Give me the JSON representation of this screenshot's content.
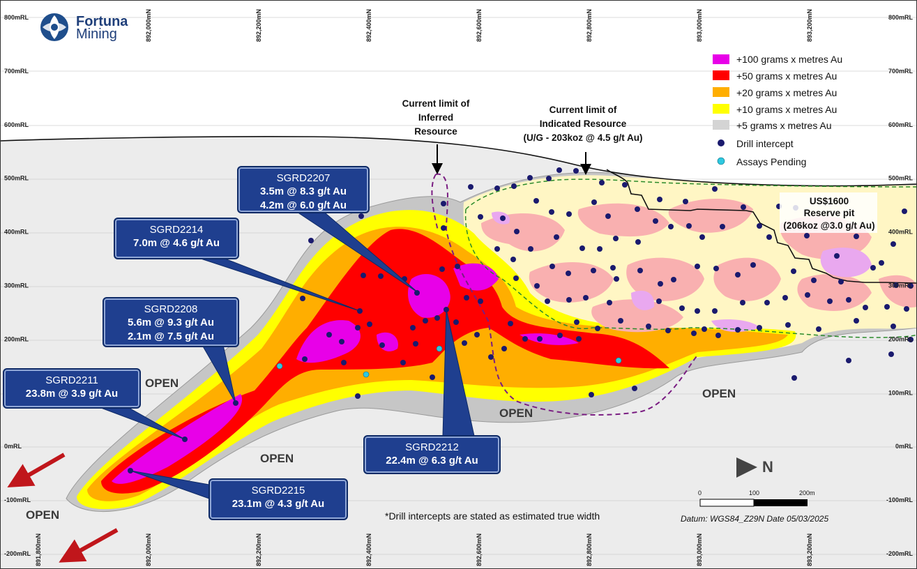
{
  "logo": {
    "line1": "Fortuna",
    "line2": "Mining"
  },
  "elevations": [
    "800mRL",
    "700mRL",
    "600mRL",
    "500mRL",
    "400mRL",
    "300mRL",
    "200mRL",
    "100mRL",
    "0mRL",
    "-100mRL",
    "-200mRL"
  ],
  "northings": [
    "891,800mN",
    "892,000mN",
    "892,200mN",
    "892,400mN",
    "892,600mN",
    "892,800mN",
    "893,000mN",
    "893,200mN"
  ],
  "top_northings": [
    "892,000mN",
    "892,200mN",
    "892,400mN",
    "892,600mN",
    "892,800mN",
    "893,000mN",
    "893,200mN"
  ],
  "legend": [
    {
      "label": "+100 grams x metres Au",
      "color": "#e800e8"
    },
    {
      "label": "+50 grams x metres Au",
      "color": "#ff0000"
    },
    {
      "label": "+20 grams x metres Au",
      "color": "#ffae00"
    },
    {
      "label": "+10 grams x metres Au",
      "color": "#ffff00"
    },
    {
      "label": "+5 grams x metres Au",
      "color": "#d4d4d4"
    },
    {
      "label": "Drill intercept",
      "color": "#1a1a6e"
    },
    {
      "label": "Assays Pending",
      "color": "#2ec8e0"
    }
  ],
  "annotations": {
    "inferred": [
      "Current limit of",
      "Inferred",
      "Resource"
    ],
    "indicated": [
      "Current limit of",
      "Indicated Resource",
      "(U/G - 203koz @ 4.5 g/t Au)"
    ],
    "pit": [
      "US$1600",
      "Reserve pit",
      "(206koz @3.0 g/t Au)"
    ]
  },
  "callouts": [
    {
      "hole": "SGRD2207",
      "lines": [
        "3.5m @ 8.3 g/t Au",
        "4.2m @ 6.0 g/t Au"
      ]
    },
    {
      "hole": "SGRD2214",
      "lines": [
        "7.0m @ 4.6 g/t Au"
      ]
    },
    {
      "hole": "SGRD2208",
      "lines": [
        "5.6m @ 9.3 g/t Au",
        "2.1m @ 7.5 g/t Au"
      ]
    },
    {
      "hole": "SGRD2211",
      "lines": [
        "23.8m @ 3.9 g/t Au"
      ]
    },
    {
      "hole": "SGRD2212",
      "lines": [
        "22.4m @ 6.3 g/t Au"
      ]
    },
    {
      "hole": "SGRD2215",
      "lines": [
        "23.1m @ 4.3 g/t Au"
      ]
    }
  ],
  "open_labels": [
    "OPEN",
    "OPEN",
    "OPEN",
    "OPEN",
    "OPEN"
  ],
  "footnote": "*Drill intercepts are stated as estimated true width",
  "scale": {
    "labels": [
      "0",
      "100",
      "200m"
    ]
  },
  "north": "N",
  "datum": "Datum: WGS84_Z29N    Date 05/03/2025"
}
